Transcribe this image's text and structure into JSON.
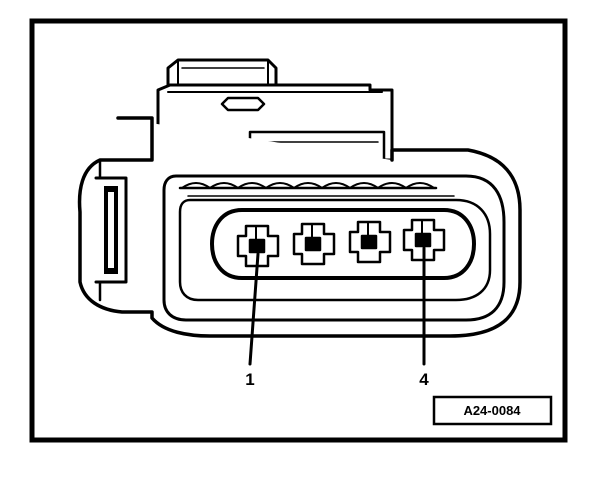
{
  "callouts": {
    "pin_1": "1",
    "pin_4": "4"
  },
  "figure_reference": "A24-0084",
  "colors": {
    "line": "#000000",
    "background": "#ffffff"
  }
}
